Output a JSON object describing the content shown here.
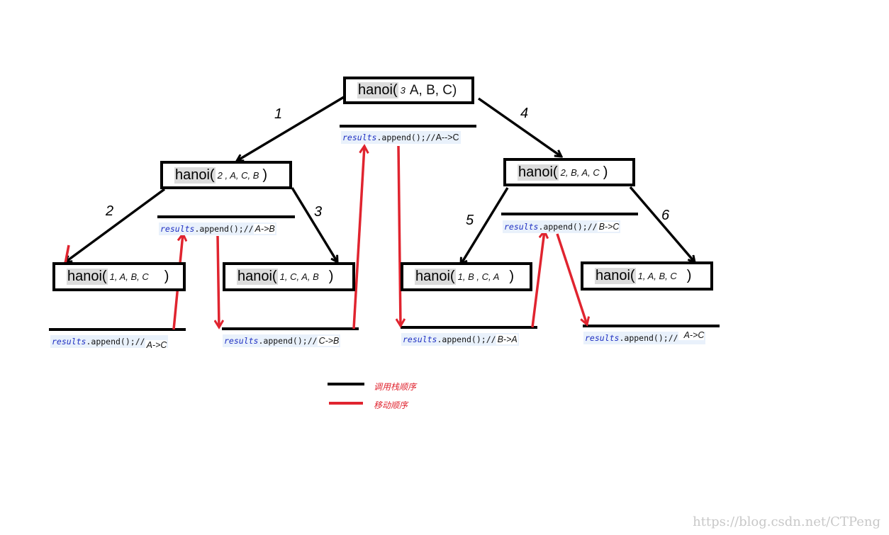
{
  "colors": {
    "call_arrow": "#000000",
    "move_arrow": "#e0242f",
    "code_bg": "#e9f1fb",
    "var": "#1d2ec2"
  },
  "nodes": {
    "root": {
      "fn": "hanoi(",
      "args": "3",
      "rest": " A, B, C)"
    },
    "left": {
      "fn": "hanoi(",
      "args": "2  , A, C, B",
      "rest": ")"
    },
    "right": {
      "fn": "hanoi(",
      "args": "2,    B, A, C",
      "rest": ")"
    },
    "leaf_ll": {
      "fn": "hanoi(",
      "args": "1, A, B, C",
      "rest": ")"
    },
    "leaf_lr": {
      "fn": "hanoi(",
      "args": "1, C,  A,  B",
      "rest": ")"
    },
    "leaf_rl": {
      "fn": "hanoi(",
      "args": "1, B , C, A",
      "rest": ")"
    },
    "leaf_rr": {
      "fn": "hanoi(",
      "args": "1,  A,  B, C",
      "rest": ")"
    }
  },
  "code": {
    "var": "results",
    "call": ".append();//",
    "moves": {
      "root": "A-->C",
      "left": "A->B",
      "right": "B->C",
      "leaf_ll": "A->C",
      "leaf_lr": "C->B",
      "leaf_rl": "B->A",
      "leaf_rr": "A->C"
    }
  },
  "steps": [
    "1",
    "2",
    "3",
    "4",
    "5",
    "6"
  ],
  "legend": [
    {
      "label": "调用栈顺序",
      "color": "#000000"
    },
    {
      "label": "移动顺序",
      "color": "#e0242f"
    }
  ],
  "watermark": "https://blog.csdn.net/CTPeng"
}
